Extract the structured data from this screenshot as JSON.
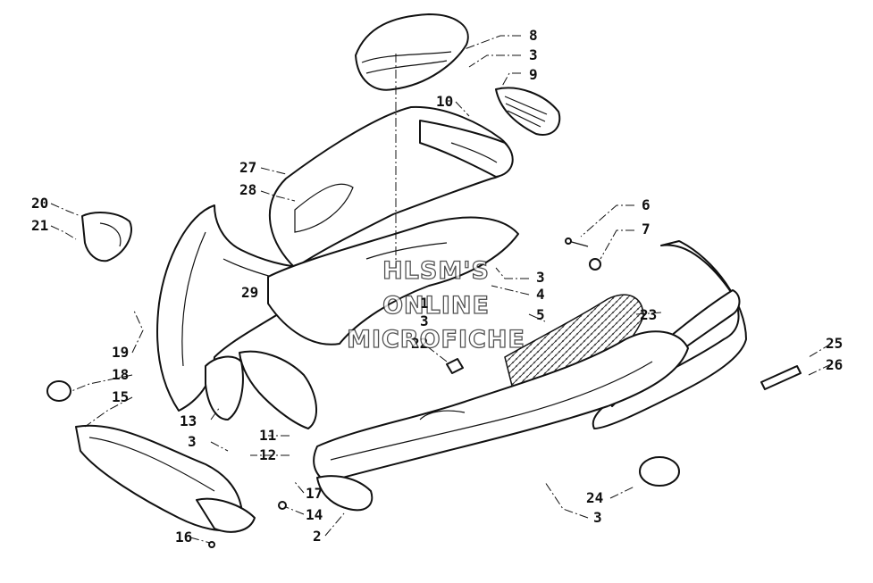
{
  "watermark": {
    "line1": "HLSM'S",
    "line2": "ONLINE",
    "line3": "MICROFICHE"
  },
  "callouts": {
    "c1": "1",
    "c2": "2",
    "c3a": "3",
    "c3b": "3",
    "c3c": "3",
    "c3d": "3",
    "c3e": "3",
    "c4": "4",
    "c5": "5",
    "c6": "6",
    "c7": "7",
    "c8": "8",
    "c9": "9",
    "c10": "10",
    "c11": "11",
    "c12": "12",
    "c13": "13",
    "c14": "14",
    "c15": "15",
    "c16": "16",
    "c17": "17",
    "c18": "18",
    "c19": "19",
    "c20": "20",
    "c21": "21",
    "c22": "22",
    "c23": "23",
    "c24": "24",
    "c25": "25",
    "c26": "26",
    "c27": "27",
    "c28": "28",
    "c29": "29"
  },
  "colors": {
    "ink": "#111111",
    "paper": "#ffffff"
  }
}
